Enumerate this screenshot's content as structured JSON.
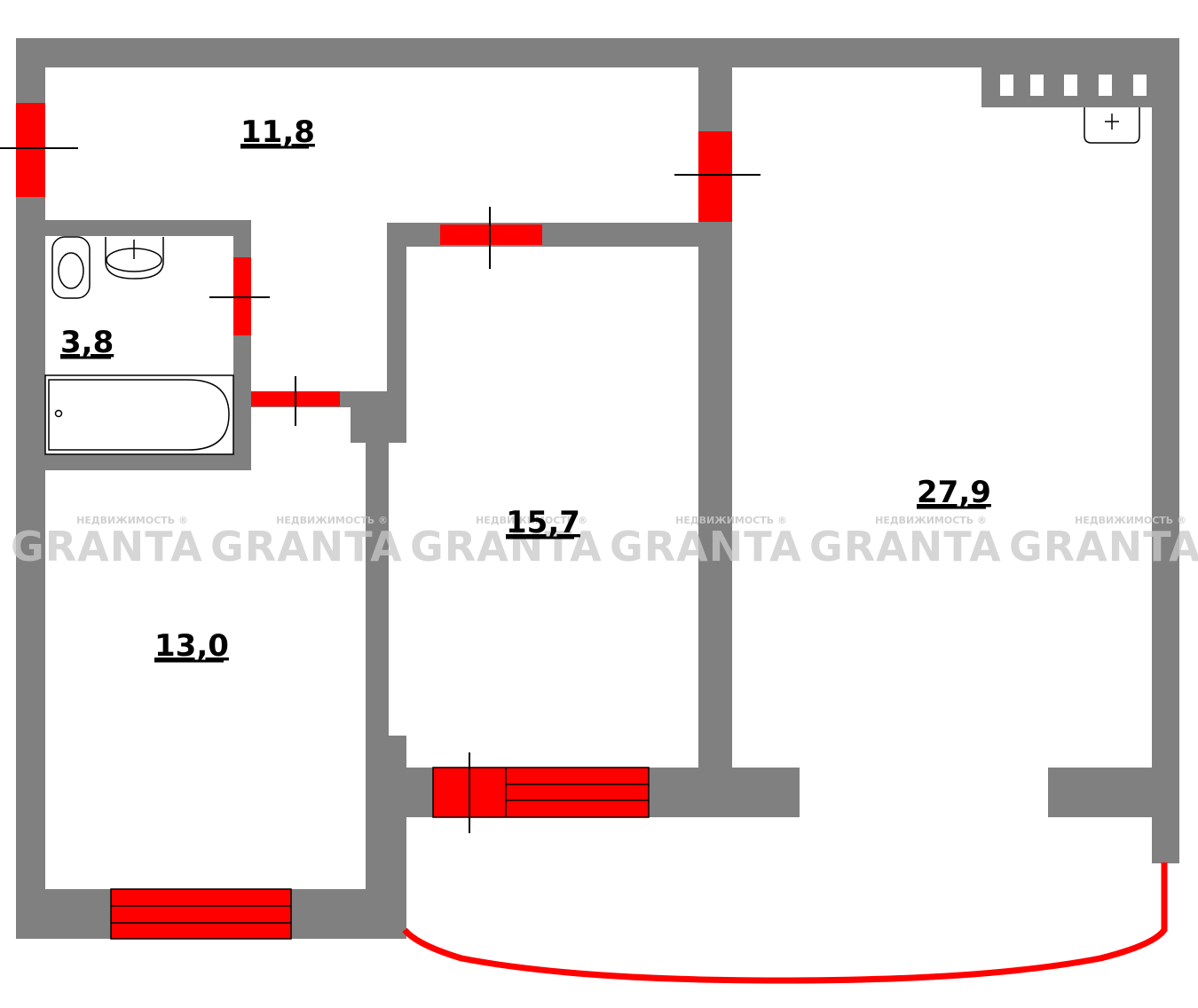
{
  "rooms": [
    {
      "id": "hall",
      "area": "11,8"
    },
    {
      "id": "bathroom",
      "area": "3,8"
    },
    {
      "id": "kitchen",
      "area": "13,0"
    },
    {
      "id": "bedroom",
      "area": "15,7"
    },
    {
      "id": "living",
      "area": "27,9"
    }
  ],
  "watermark": {
    "brand": "GRANTA",
    "tagline": "НЕДВИЖИМОСТЬ ®"
  },
  "colors": {
    "wall": "#808080",
    "opening": "#ff0000",
    "background": "#ffffff",
    "line": "#000000"
  }
}
